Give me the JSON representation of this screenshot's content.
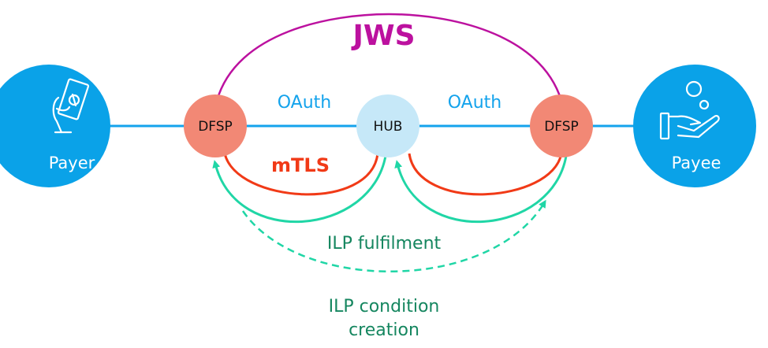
{
  "title": "JWS",
  "colors": {
    "party": "#0aa2e8",
    "dfsp": "#f28875",
    "hub": "#c6e8f8",
    "jws": "#bc119f",
    "oauth": "#14a3ec",
    "mtls": "#f13a17",
    "ilp_arrow": "#20d6a6",
    "ilp_text": "#15865f"
  },
  "nodes": {
    "payer": {
      "label": "Payer",
      "icon": "hand-holding-bill-icon"
    },
    "dfsp_left": {
      "label": "DFSP"
    },
    "hub": {
      "label": "HUB"
    },
    "dfsp_right": {
      "label": "DFSP"
    },
    "payee": {
      "label": "Payee",
      "icon": "hand-receiving-coins-icon"
    }
  },
  "edges": {
    "oauth_left": "OAuth",
    "oauth_right": "OAuth",
    "mtls": "mTLS",
    "ilp_fulfilment": "ILP fulfilment",
    "ilp_condition_line1": "ILP condition",
    "ilp_condition_line2": "creation"
  }
}
